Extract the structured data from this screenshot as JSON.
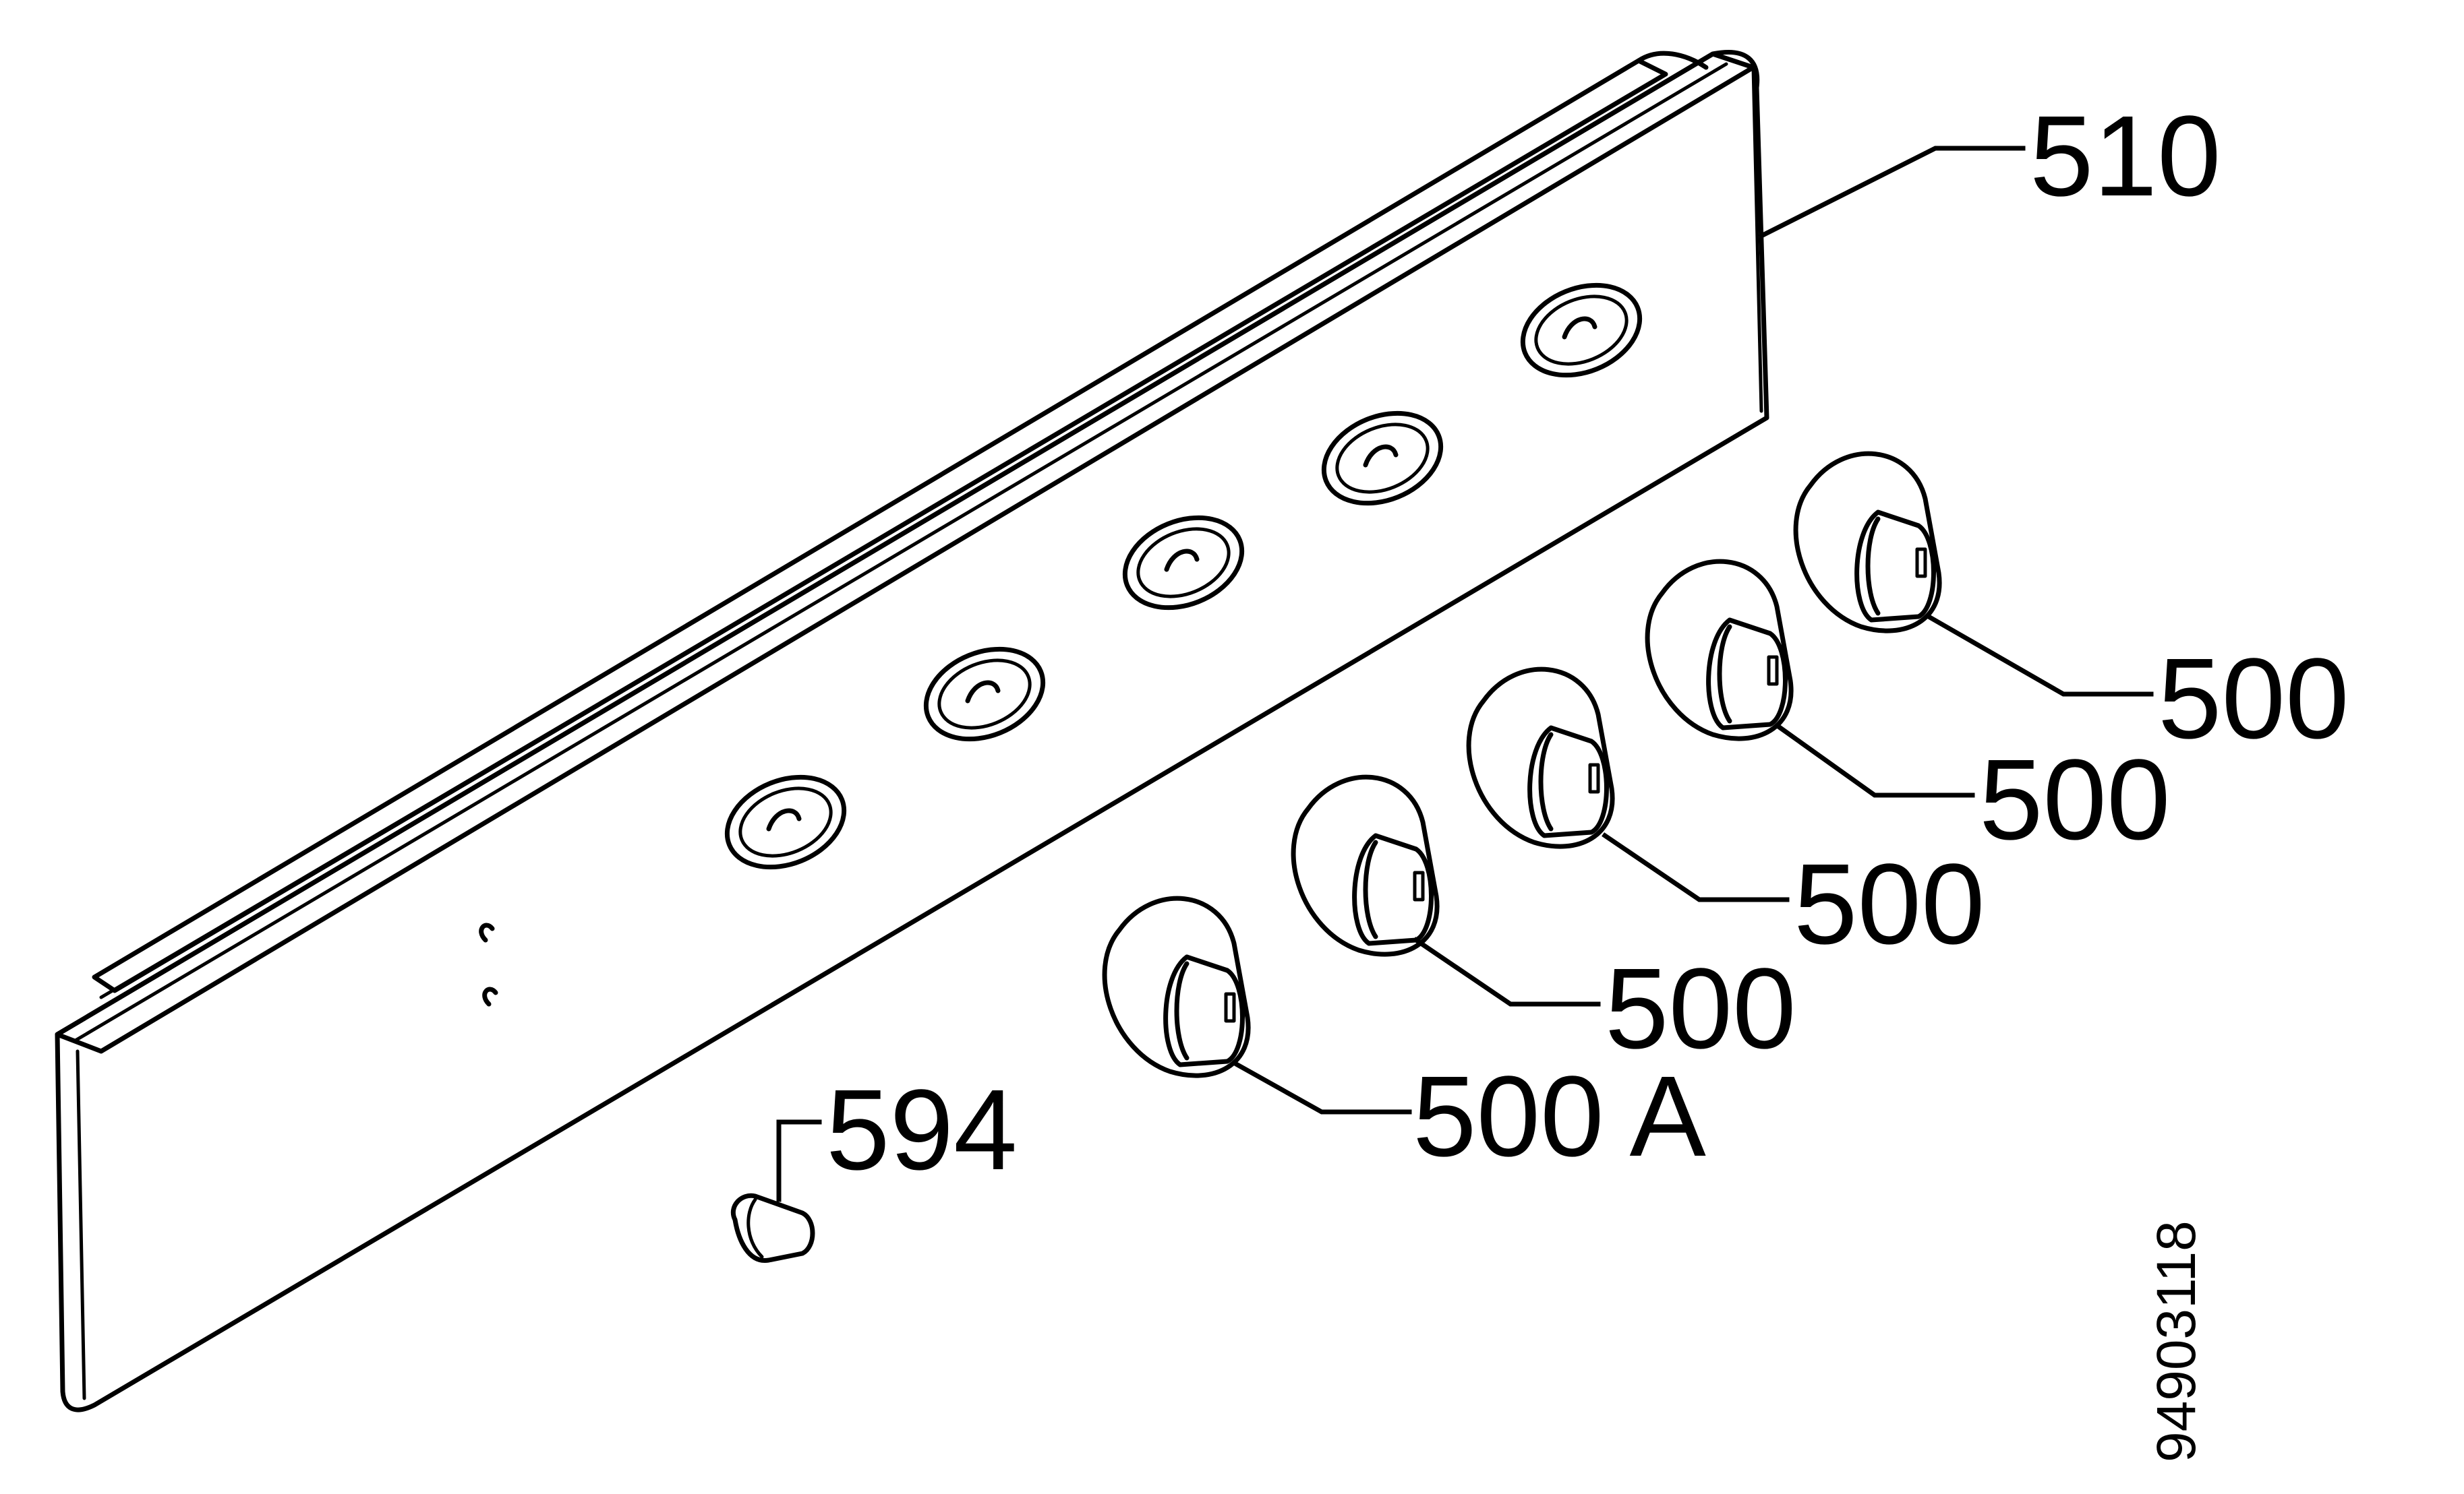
{
  "diagram": {
    "labels": {
      "panel": "510",
      "knob_1": "500",
      "knob_2": "500",
      "knob_3": "500",
      "knob_4": "500",
      "knob_5": "500 A",
      "bulb": "594"
    },
    "drawing_number": "94903118"
  }
}
